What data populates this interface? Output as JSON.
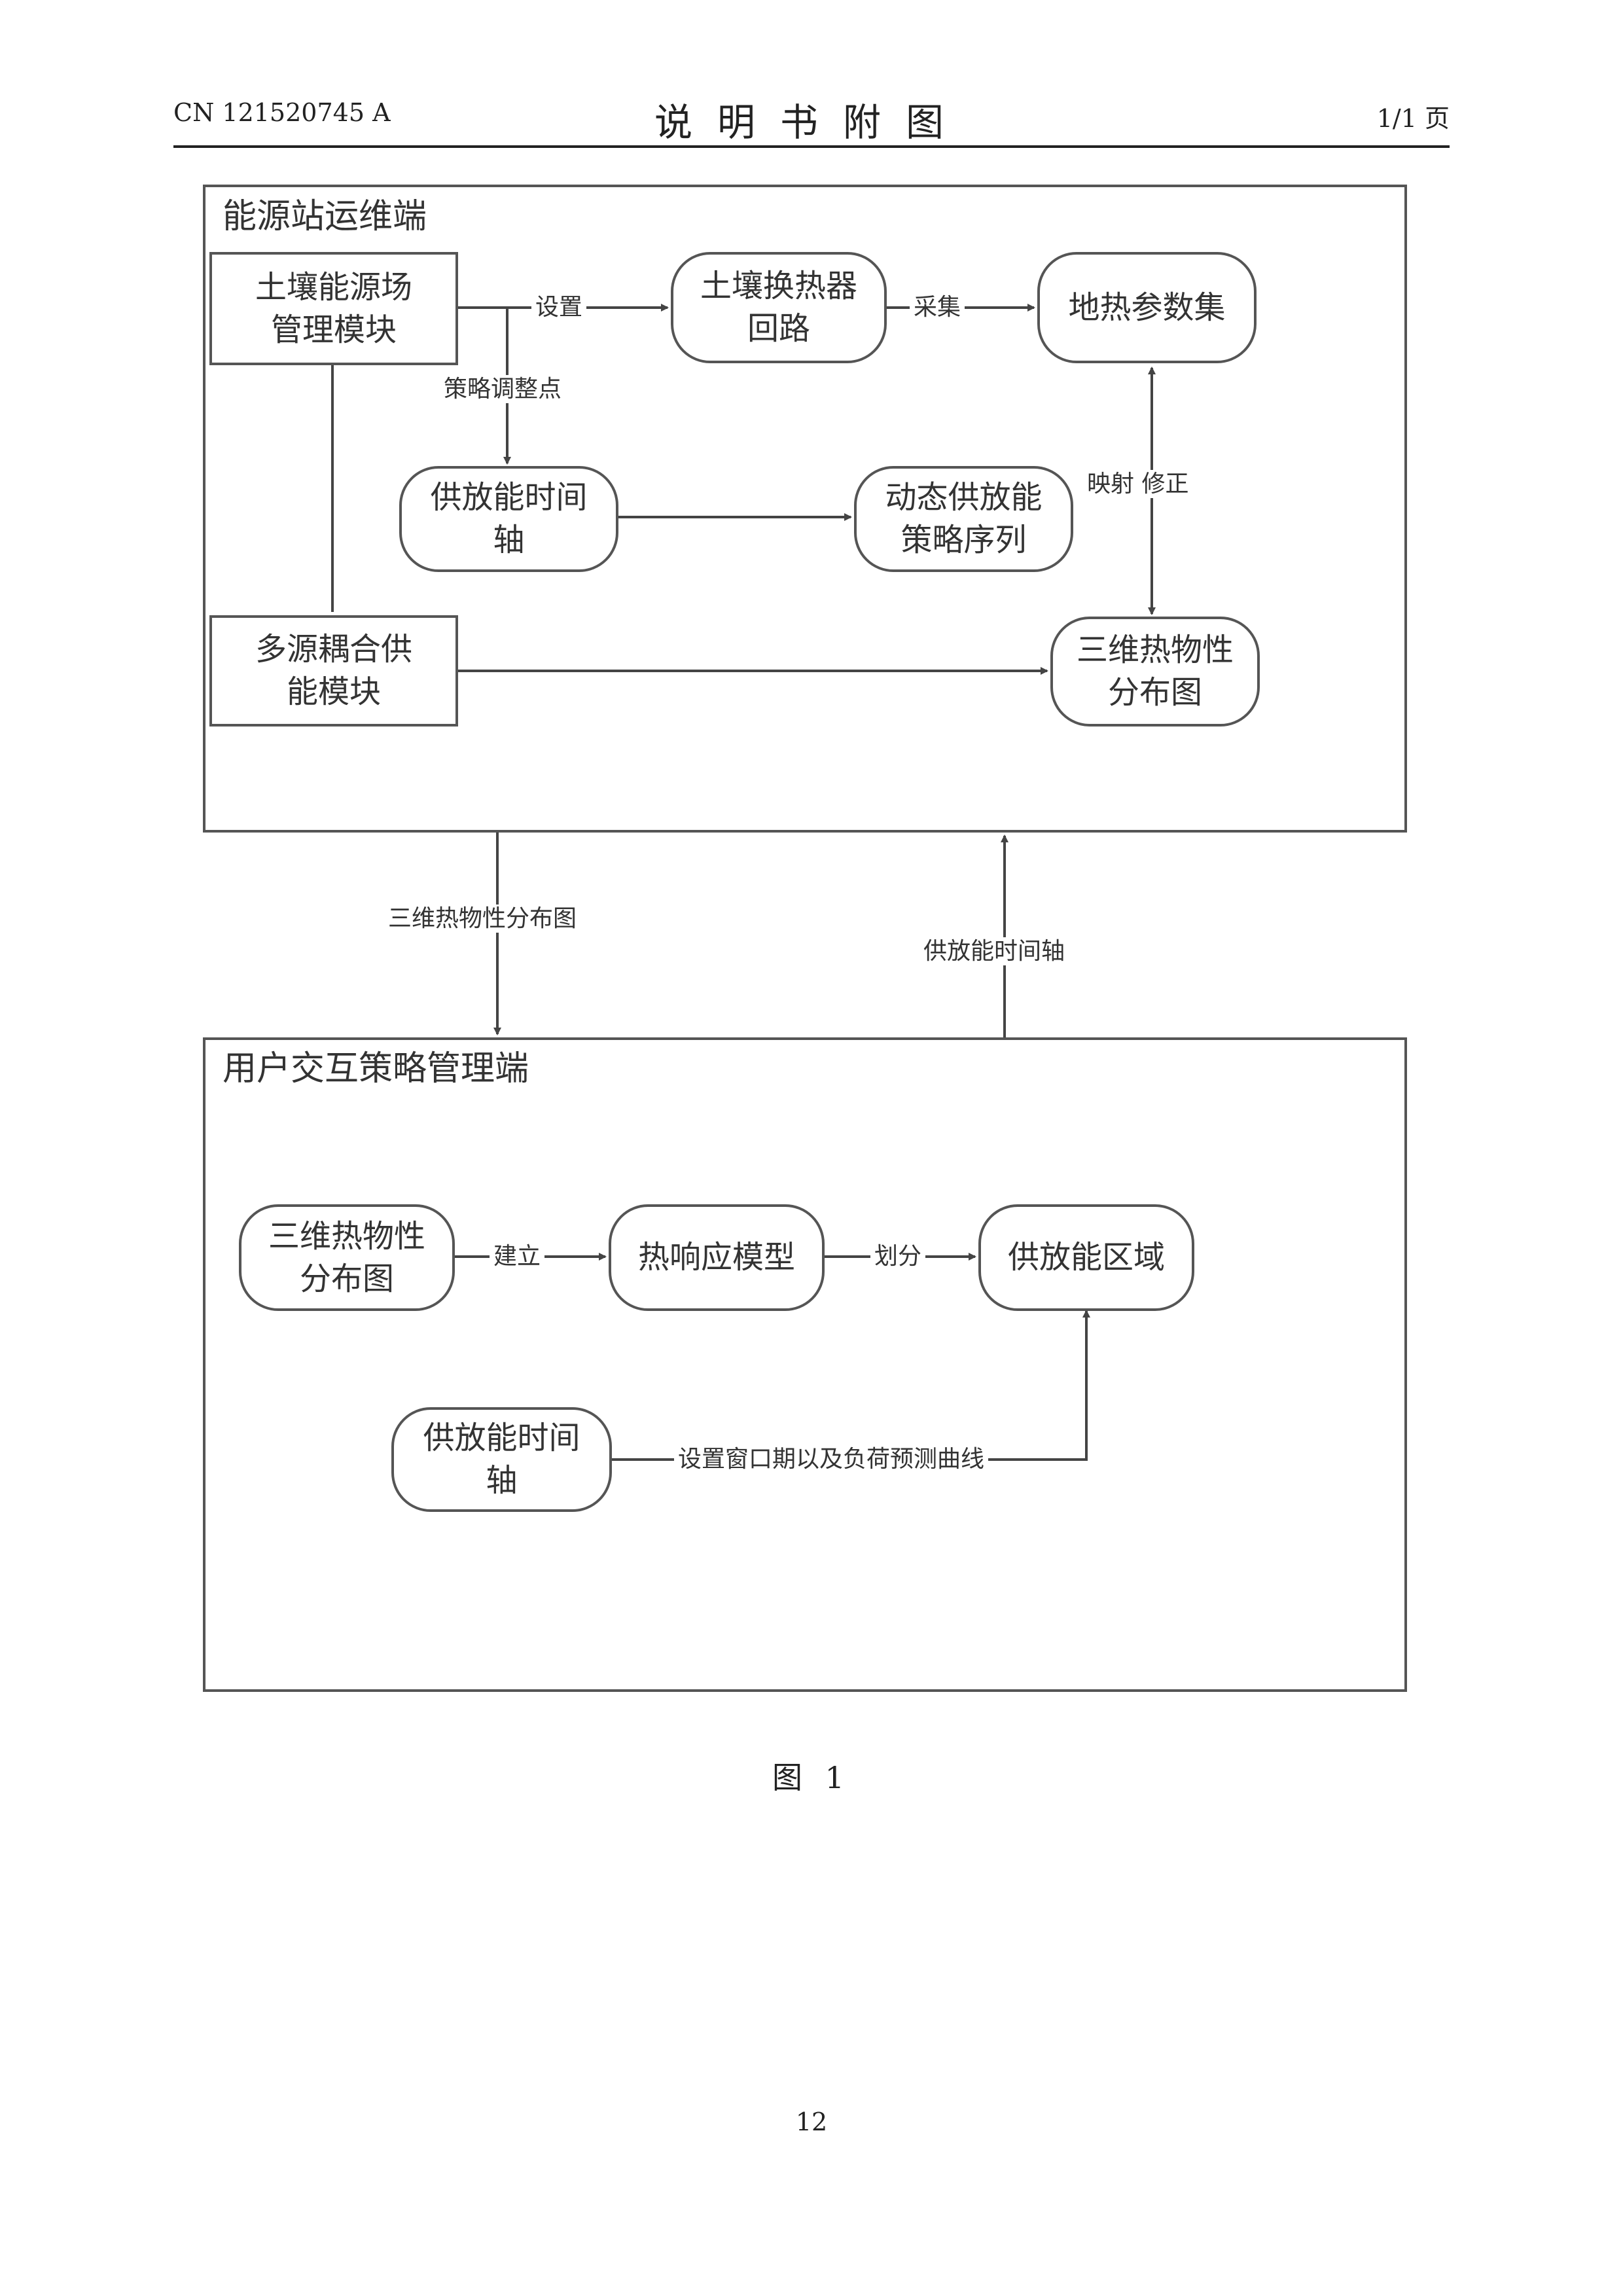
{
  "header": {
    "doc_number": "CN 121520745 A",
    "title": "说明书附图",
    "page_of": "1/1 页"
  },
  "panels": {
    "top_title": "能源站运维端",
    "bottom_title": "用户交互策略管理端"
  },
  "nodes": {
    "soil_field_module": "土壤能源场\n管理模块",
    "soil_exchanger_loop": "土壤换热器\n回路",
    "geo_param_set": "地热参数集",
    "timeline_top": "供放能时间\n轴",
    "dynamic_strategy": "动态供放能\n策略序列",
    "multi_source_module": "多源耦合供\n能模块",
    "thermal_map_top": "三维热物性\n分布图",
    "thermal_map_bottom": "三维热物性\n分布图",
    "thermal_response_model": "热响应模型",
    "supply_region": "供放能区域",
    "timeline_bottom": "供放能时间\n轴"
  },
  "edges": {
    "set": "设置",
    "collect": "采集",
    "strategy_adjust": "策略调整点",
    "map_correct": "映射 修正",
    "down_label": "三维热物性分布图",
    "up_label": "供放能时间轴",
    "build": "建立",
    "divide": "划分",
    "window_label": "设置窗口期以及负荷预测曲线"
  },
  "figure_caption": "图 1",
  "page_number": "12"
}
